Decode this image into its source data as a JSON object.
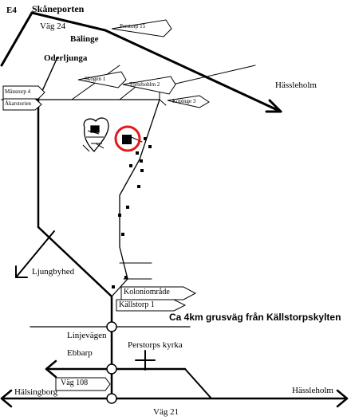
{
  "labels": {
    "e4": "E4",
    "skaneporten": "Skåneporten",
    "vag24": "Väg 24",
    "balinge": "Bälinge",
    "odeljunga": "Oderljunga",
    "hassleholm_top": "Hässleholm",
    "ljungbyhed": "Ljungbyhed",
    "linjevagen": "Linjevägen",
    "ebbarp": "Ebbarp",
    "perstorps_kyrka": "Perstorps kyrka",
    "halsingborg": "Hälsingborg",
    "hassleholm_bottom": "Hässleholm",
    "vag21": "Väg 21",
    "caption": "Ca 4km grusväg från Källstorpskylten"
  },
  "signs": {
    "perstorp15": "Perstorp 15",
    "skogen1": "Skogen 1",
    "tortebohm2": "Törtebohlm 2",
    "koping3": "Köpinge 3",
    "manstorp4": "Månstorp 4",
    "akarstorien": "Åkarstorien",
    "kolonomrade": "Koloniområde",
    "kallstorp1": "Källstorp 1",
    "vag108": "Väg 108"
  },
  "colors": {
    "road": "#000000",
    "marker_ring": "#e41a1a",
    "background": "#ffffff"
  }
}
